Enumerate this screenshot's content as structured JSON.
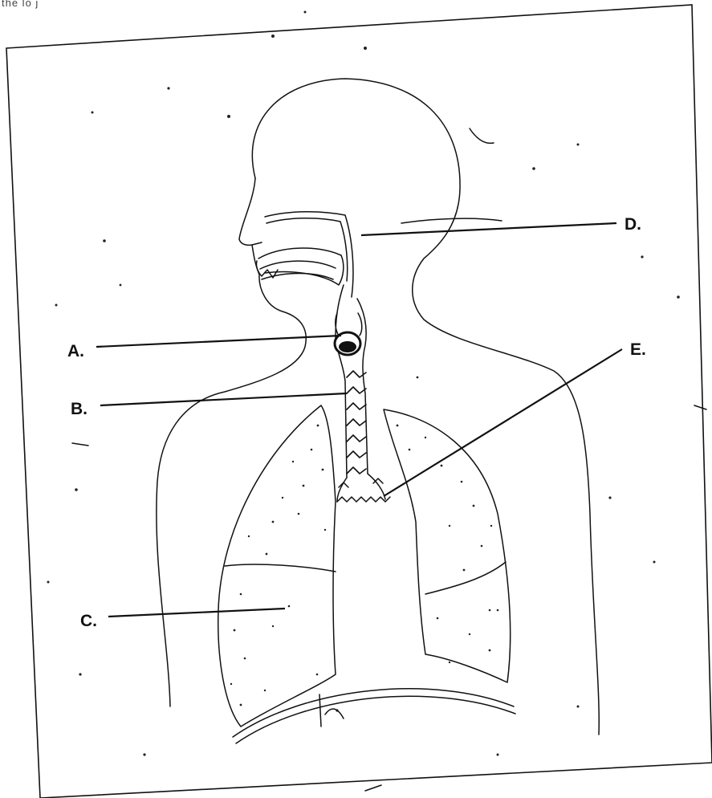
{
  "corner_text": "the  lo j",
  "labels": {
    "A": "A.",
    "B": "B.",
    "C": "C.",
    "D": "D.",
    "E": "E."
  }
}
